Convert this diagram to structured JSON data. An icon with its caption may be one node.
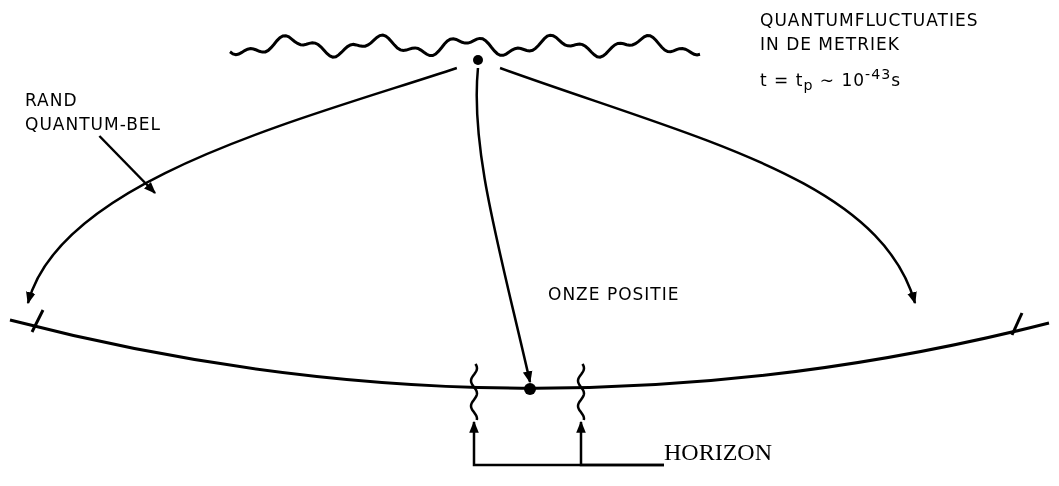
{
  "diagram": {
    "nodes": [
      {
        "text": [],
        "shape": "line",
        "beside": [
          "QUANTUMFLUCTUATIES IN DE METRIEK",
          "t = t$_{p}$ ∼ 10$^{-43}$s"
        ]
      },
      {
        "text": [
          "RAND QUANTUM-BEL"
        ]
      },
      {
        "text": [],
        "shape": "circle"
      },
      {
        "text": [],
        "shape": "line"
      },
      {
        "text": [],
        "shape": "line"
      },
      {
        "text": [
          "HORIZON"
        ]
      }
    ],
    "edges": [
      {
        "from": 0,
        "to": null,
        "arrow": "to"
      },
      {
        "from": 0,
        "to": 2,
        "arrow": "to"
      },
      {
        "from": 0,
        "to": null,
        "arrow": "to"
      },
      {
        "from": 1,
        "to": null,
        "arrow": "to"
      },
      {
        "from": 5,
        "to": 3,
        "arrow": "to"
      },
      {
        "from": 5,
        "to": 4,
        "arrow": "to"
      }
    ],
    "labels": [
      "ONZE POSITIE"
    ]
  }
}
